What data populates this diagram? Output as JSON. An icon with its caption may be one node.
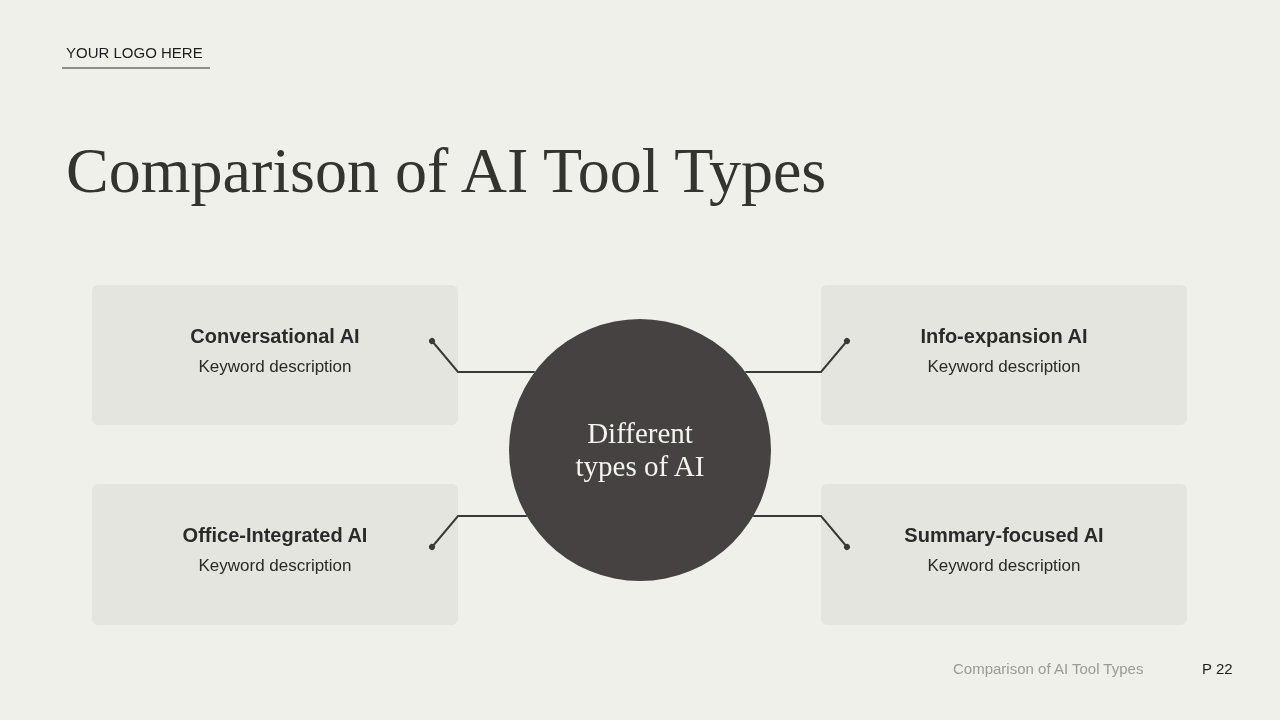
{
  "diagram": {
    "title": "Comparison of AI Tool Types",
    "nodes": [
      {
        "text": [
          "Conversational AI",
          "Keyword description"
        ]
      },
      {
        "text": [
          "Info-expansion AI",
          "Keyword description"
        ]
      },
      {
        "text": [
          "Different types of AI"
        ]
      },
      {
        "text": [
          "Office-Integrated AI",
          "Keyword description"
        ]
      },
      {
        "text": [
          "Summary-focused AI",
          "Keyword description"
        ]
      }
    ],
    "edges": [
      {
        "from": 2,
        "to": 0,
        "arrow": "other"
      },
      {
        "from": 2,
        "to": 1,
        "arrow": "other"
      },
      {
        "from": 2,
        "to": 3,
        "arrow": "other"
      },
      {
        "from": 2,
        "to": 4,
        "arrow": "other"
      }
    ],
    "labels": [
      "YOUR LOGO HERE",
      "Comparison of AI Tool Types",
      "P 22"
    ]
  }
}
